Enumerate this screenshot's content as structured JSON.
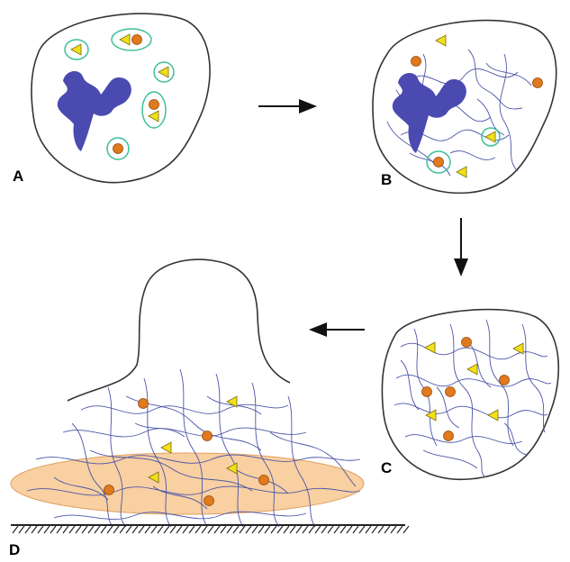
{
  "labels": {
    "a": "A",
    "b": "B",
    "c": "C",
    "d": "D"
  },
  "colors": {
    "nucleus": "#4a4ab0",
    "fibres": "#4b55a8",
    "granule_ring": "#3cbf9a",
    "round_granule": "#e07a1c",
    "triangle_granule": "#f2e018",
    "attachment_ellipse": "#f6c48a",
    "substrate": "#222222"
  },
  "icons": {
    "nucleus": "lobed-nucleus-icon",
    "round_granule": "orange-dot-icon",
    "triangle_granule": "yellow-triangle-icon",
    "surface": "hatched-substrate-icon"
  }
}
